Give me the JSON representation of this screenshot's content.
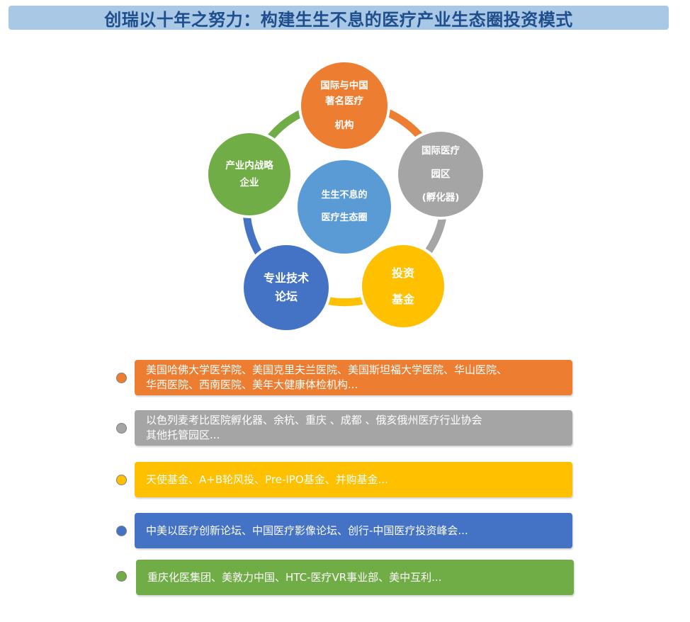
{
  "title": "创瑞以十年之努力：构建生生不息的医疗产业生态圈投资模式",
  "colors": {
    "orange": "#ed7d31",
    "gray": "#a5a5a5",
    "gold": "#ffc000",
    "blue": "#4472c4",
    "green": "#70ad47",
    "light_blue": "#5b9bd5",
    "title_bar": "#a9c8e6",
    "title_text": "#1f4e8c"
  },
  "diagram": {
    "center": {
      "line1": "生生不息的",
      "line2": "医疗生态圈"
    },
    "nodes": {
      "top": {
        "line1": "国际与中国",
        "line2": "著名医疗",
        "line3": "机构"
      },
      "right": {
        "line1": "国际医疗",
        "line2": "园区",
        "line3": "(孵化器)"
      },
      "bottom_right": {
        "line1": "投资",
        "line2": "基金"
      },
      "bottom_left": {
        "line1": "专业技术",
        "line2": "论坛"
      },
      "left": {
        "line1": "产业内战略",
        "line2": "企业"
      }
    }
  },
  "legend": [
    {
      "line1": "美国哈佛大学医学院、美国克里夫兰医院、美国斯坦福大学医院、华山医院、",
      "line2": "华西医院、西南医院、美年大健康体检机构...",
      "color": "#ed7d31"
    },
    {
      "line1": "以色列麦考比医院孵化器、余杭、重庆 、成都 、俄亥俄州医疗行业协会",
      "line2": "其他托管园区...",
      "color": "#a5a5a5"
    },
    {
      "line1": "天使基金、A+B轮风投、Pre-IPO基金、并购基金...",
      "line2": "",
      "color": "#ffc000"
    },
    {
      "line1": "中美以医疗创新论坛、中国医疗影像论坛、创行-中国医疗投资峰会...",
      "line2": "",
      "color": "#4472c4"
    },
    {
      "line1": "重庆化医集团、美敦力中国、HTC-医疗VR事业部、美中互利...",
      "line2": "",
      "color": "#70ad47"
    }
  ]
}
